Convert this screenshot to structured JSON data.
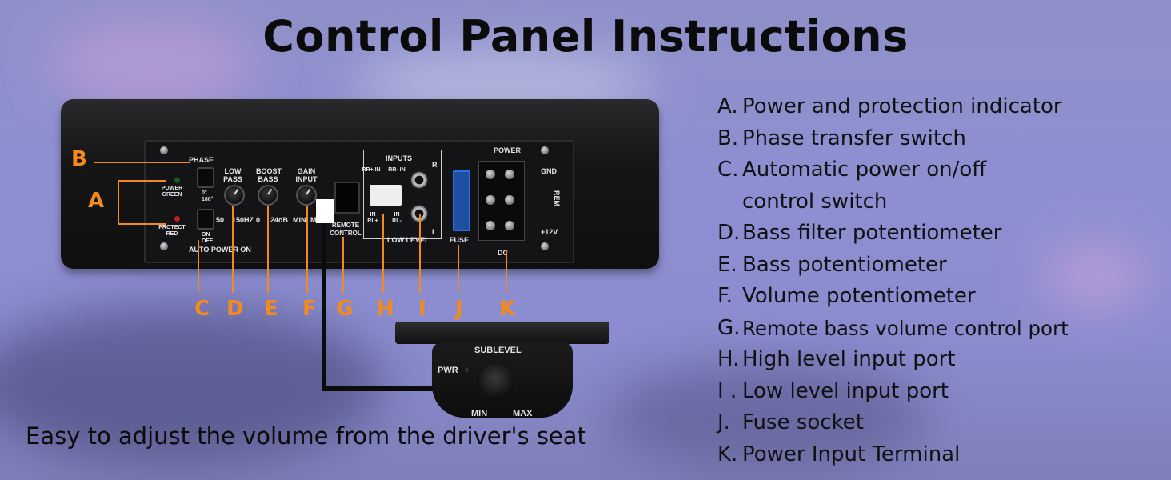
{
  "title": "Control Panel Instructions",
  "caption": "Easy to adjust the volume from the driver's seat",
  "colors": {
    "callout": "#f28a1e",
    "text": "#111111",
    "background": "#8e8fd2"
  },
  "legend": [
    {
      "letter": "A.",
      "text": "Power and protection indicator"
    },
    {
      "letter": "B.",
      "text": "Phase transfer switch"
    },
    {
      "letter": "C.",
      "text": "Automatic power on/off control switch"
    },
    {
      "letter": "D.",
      "text": "Bass filter potentiometer"
    },
    {
      "letter": "E.",
      "text": "Bass potentiometer"
    },
    {
      "letter": "F.",
      "text": "Volume potentiometer"
    },
    {
      "letter": "G.",
      "text": "Remote bass volume control port"
    },
    {
      "letter": "H.",
      "text": "High level input port"
    },
    {
      "letter": "I .",
      "text": "Low level input port"
    },
    {
      "letter": "J.",
      "text": "Fuse socket"
    },
    {
      "letter": "K.",
      "text": "Power Input Terminal"
    }
  ],
  "callouts": [
    "A",
    "B",
    "C",
    "D",
    "E",
    "F",
    "G",
    "H",
    "I",
    "J",
    "K"
  ],
  "panel_labels": {
    "phase": "PHASE",
    "power_green": "POWER GREEN",
    "protect_red": "PROTECT RED",
    "phase_0": "0°",
    "phase_180": "180°",
    "on": "ON",
    "off": "OFF",
    "auto_power_on": "AUTO POWER ON",
    "low_pass": "LOW PASS",
    "boost_bass": "BOOST BASS",
    "gain_input": "GAIN INPUT",
    "lp_min": "50",
    "lp_max": "150HZ",
    "bb_min": "0",
    "bb_max": "24dB",
    "gi_min": "MIN",
    "gi_max": "MAX",
    "remote_control": "REMOTE CONTROL",
    "inputs": "INPUTS",
    "rr_plus_in": "RR+ IN",
    "rr_minus_in": "RR- IN",
    "in_rl_plus": "IN RL+",
    "in_rl_minus": "IN RL-",
    "r": "R",
    "l": "L",
    "low_level": "LOW LEVEL",
    "fuse": "FUSE",
    "power": "POWER",
    "gnd": "GND",
    "rem": "REM",
    "plus12v": "+12V",
    "dc": "DC"
  },
  "remote": {
    "sublevel": "SUBLEVEL",
    "pwr": "PWR",
    "min": "MIN",
    "max": "MAX"
  }
}
